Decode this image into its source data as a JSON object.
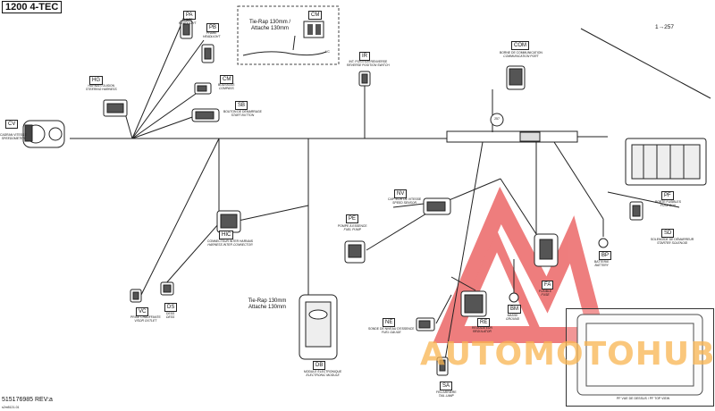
{
  "title": "1200 4-TEC",
  "doc_number": "515176985 REV:a",
  "doc_code": "s2m5121-01",
  "arrow_ref": "1→257",
  "tie_rap_top": [
    "Tie-Rap 130mm /",
    "Attache 130mm"
  ],
  "tie_rap_bottom": [
    "Tie-Rap 130mm",
    "Attache 130mm"
  ],
  "inset_vc": "VC",
  "page_ref": "257",
  "connectors": {
    "cv": {
      "tag": "CV",
      "fr": "CADRAN VITESSE",
      "en": "SPEEDOMETER"
    },
    "hg": {
      "tag": "HG",
      "fr": "HARNAIS GUIDON",
      "en": "STEERING HARNESS"
    },
    "pa": {
      "tag": "PA",
      "fr": "PHARE",
      "en": "HEADLIGHT"
    },
    "pb": {
      "tag": "PB",
      "fr": "PHARE",
      "en": "HEADLIGHT"
    },
    "cm": {
      "tag": "CM",
      "fr": "BOUSSOLE",
      "en": "COMPASS"
    },
    "cm_top": {
      "tag": "CM"
    },
    "sb": {
      "tag": "SB",
      "fr": "BOUTON DE DÉMARRAGE",
      "en": "START BUTTON"
    },
    "ir": {
      "tag": "IR",
      "fr": "INT. POSITION RENVERSE",
      "en": "REVERSE POSITION SWITCH"
    },
    "com": {
      "tag": "COM",
      "fr": "BORNE DE COMMUNICATION",
      "en": "COMMUNICATION PORT"
    },
    "pf": {
      "tag": "PF",
      "fr": "PORTE FUSIBLES",
      "en": "FUSE BOX"
    },
    "sd": {
      "tag": "SD",
      "fr": "SOLENOÏDE DE DÉMARREUR",
      "en": "STARTER SOLENOID"
    },
    "nv": {
      "tag": "NV",
      "fr": "CAPTEUR DE VITESSE",
      "en": "SPEED SENSOR"
    },
    "pe": {
      "tag": "PE",
      "fr": "POMPE À ESSENCE",
      "en": "FUEL PUMP"
    },
    "hic": {
      "tag": "HIC",
      "fr": "CONNECTEUR INTER HARNAIS",
      "en": "HARNESS INTER CONNECTOR"
    },
    "fa": {
      "tag": "FA",
      "fr": "FUSIBLE",
      "en": "FUSE"
    },
    "bp": {
      "tag": "BP",
      "fr": "BATTERIE",
      "en": "BATTERY"
    },
    "bm": {
      "tag": "BM",
      "fr": "MASSE",
      "en": "GROUND"
    },
    "re": {
      "tag": "RE",
      "fr": "RÉGULATEUR",
      "en": "REGULATOR"
    },
    "ne": {
      "tag": "NE",
      "fr": "SONDE DE NIVEAU D'ESSENCE",
      "en": "FUEL GAUGE"
    },
    "sa": {
      "tag": "SA",
      "fr": "FEU ARRIÈRE",
      "en": "TAIL LAMP"
    },
    "vc": {
      "tag": "VC",
      "fr": "PRISE CHAUFFANTE",
      "en": "VISOR OUTLET"
    },
    "ds": {
      "tag": "DS",
      "fr": "DESS",
      "en": "DESS"
    },
    "db": {
      "tag": "DB",
      "fr": "MODULE ÉLECTRONIQUE",
      "en": "ELECTRONIC MODULE"
    }
  },
  "top_view_caption": "PF VUE DE DESSUS / PF TOP VIEW",
  "watermark": "AUTOMOTOHUB",
  "colors": {
    "line": "#222222",
    "logo": "#e84c4c",
    "watermark": "#f7b14d"
  }
}
